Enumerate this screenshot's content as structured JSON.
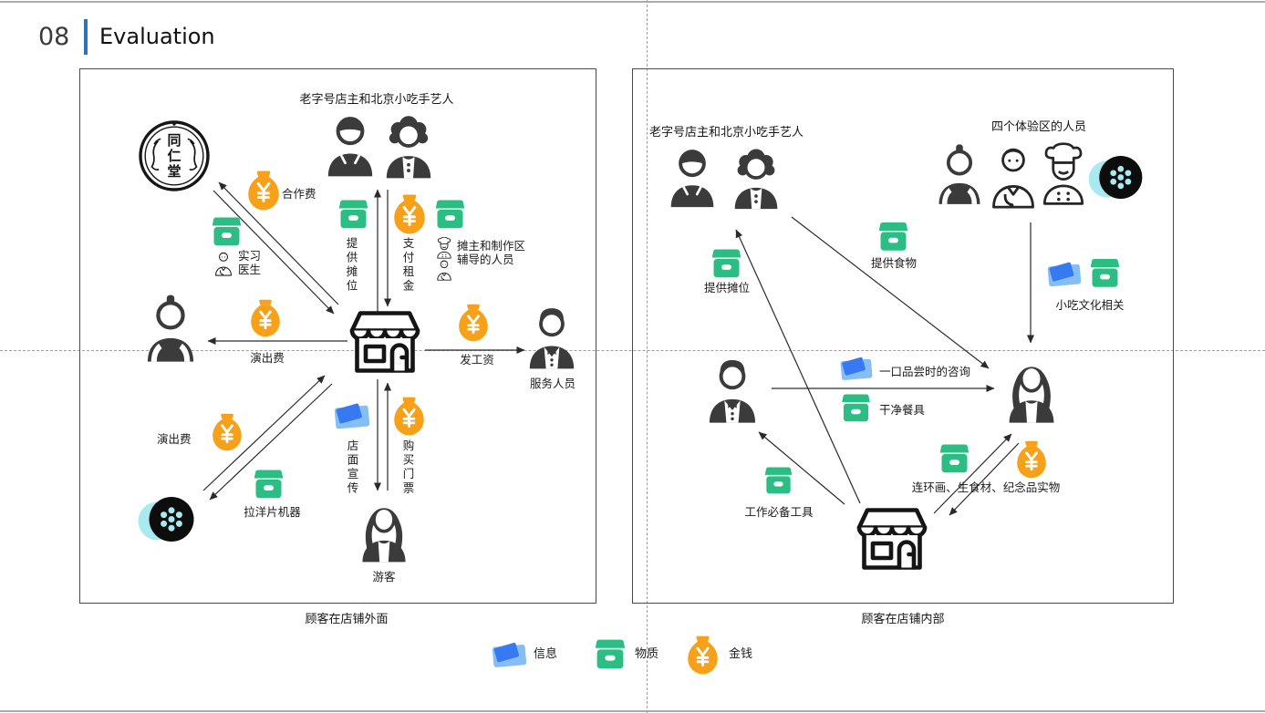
{
  "header": {
    "number": "08",
    "title": "Evaluation"
  },
  "left_panel": {
    "caption": "顾客在店铺外面",
    "craftsmen_group_label": "老字号店主和北京小吃手艺人",
    "logo_chars": "同仁堂",
    "cooperation_fee": "合作费",
    "intern_line1": "实习",
    "intern_line2": "医生",
    "provide_stall": "提供摊位",
    "pay_rent": "支付租金",
    "tutor_line1": "摊主和制作区",
    "tutor_line2": "辅导的人员",
    "performance_fee": "演出费",
    "pay_wages": "发工资",
    "service_staff": "服务人员",
    "performance_fee2": "演出费",
    "peepshow_machine": "拉洋片机器",
    "shop_promotion": "店面宣传",
    "buy_tickets": "购买门票",
    "tourist": "游客"
  },
  "right_panel": {
    "caption": "顾客在店铺内部",
    "craftsmen_group_label": "老字号店主和北京小吃手艺人",
    "zone_staff_label": "四个体验区的人员",
    "provide_stall": "提供摊位",
    "provide_food": "提供食物",
    "snack_culture": "小吃文化相关",
    "tasting_consult": "一口品尝时的咨询",
    "clean_tableware": "干净餐具",
    "work_tools": "工作必备工具",
    "souvenirs": "连环画、生食材、纪念品实物"
  },
  "legend": {
    "items": [
      {
        "icon": "envelope-icon",
        "label": "信息"
      },
      {
        "icon": "box-icon",
        "label": "物质"
      },
      {
        "icon": "moneybag-icon",
        "label": "金钱"
      }
    ]
  },
  "colors": {
    "accent_blue": "#2E74B5",
    "green": "#2BBD84",
    "orange": "#F7A11A",
    "blue_light": "#85BEF5",
    "blue_dark": "#3679F0",
    "cyan": "#A8EAF0",
    "person_dark": "#3B3B3B"
  }
}
